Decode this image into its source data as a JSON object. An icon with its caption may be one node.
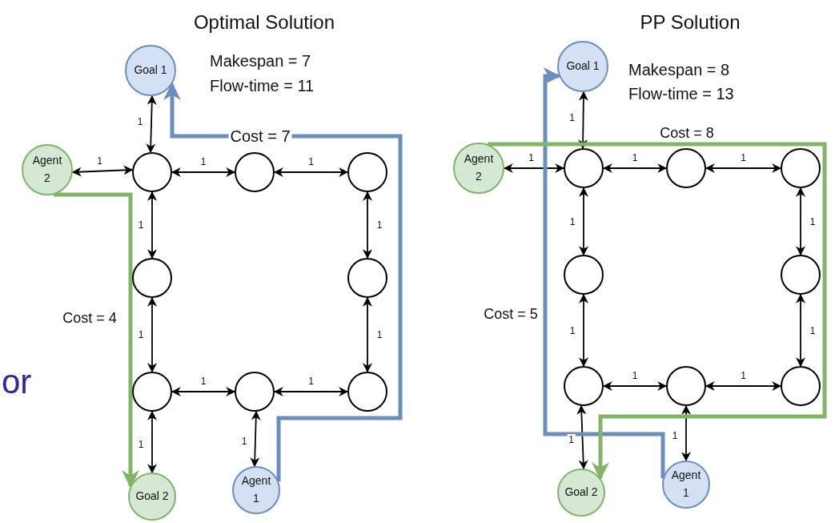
{
  "diagram": {
    "nodes": [
      {
        "text": [
          "Goal 1"
        ]
      },
      {
        "text": [
          "Agent 2"
        ]
      },
      {
        "text": [],
        "shape": "circle"
      },
      {
        "text": [],
        "shape": "circle"
      },
      {
        "text": [],
        "shape": "circle"
      },
      {
        "text": [],
        "shape": "circle"
      },
      {
        "text": [],
        "shape": "circle"
      },
      {
        "text": [],
        "shape": "circle"
      },
      {
        "text": [],
        "shape": "circle"
      },
      {
        "text": [],
        "shape": "circle"
      },
      {
        "text": [
          "Goal 2"
        ]
      },
      {
        "text": [
          "Agent 1"
        ]
      },
      {
        "text": [
          "Goal 1"
        ]
      },
      {
        "text": [
          "Agent 2"
        ]
      },
      {
        "text": [],
        "shape": "circle"
      },
      {
        "text": [],
        "shape": "circle"
      },
      {
        "text": [],
        "shape": "circle"
      },
      {
        "text": [],
        "shape": "circle"
      },
      {
        "text": [],
        "shape": "circle"
      },
      {
        "text": [],
        "shape": "circle"
      },
      {
        "text": [],
        "shape": "circle"
      },
      {
        "text": [],
        "shape": "circle"
      },
      {
        "text": [
          "Goal 2"
        ]
      },
      {
        "text": [
          "Agent 1"
        ]
      }
    ],
    "edges": [
      {
        "from": 0,
        "to": 2,
        "arrow": "both",
        "label": "1"
      },
      {
        "from": 1,
        "to": 2,
        "arrow": "both",
        "label": "1"
      },
      {
        "from": 2,
        "to": 3,
        "arrow": "both",
        "label": "1"
      },
      {
        "from": 3,
        "to": 4,
        "arrow": "both",
        "label": "1"
      },
      {
        "from": 2,
        "to": 5,
        "arrow": "both",
        "label": "1"
      },
      {
        "from": 4,
        "to": 6,
        "arrow": "both",
        "label": "1"
      },
      {
        "from": 5,
        "to": 7,
        "arrow": "both",
        "label": "1"
      },
      {
        "from": 6,
        "to": 9,
        "arrow": "both",
        "label": "1"
      },
      {
        "from": 7,
        "to": 8,
        "arrow": "both",
        "label": "1"
      },
      {
        "from": 8,
        "to": 9,
        "arrow": "both",
        "label": "1"
      },
      {
        "from": 7,
        "to": 10,
        "arrow": "both",
        "label": "1"
      },
      {
        "from": 8,
        "to": 11,
        "arrow": "both",
        "label": "1"
      },
      {
        "from": 11,
        "to": 0,
        "arrow": "to",
        "label": "Cost = 7",
        "style": "thick",
        "color": "#6c8ebf"
      },
      {
        "from": 1,
        "to": 10,
        "arrow": "to",
        "label": "Cost = 4",
        "style": "thick",
        "color": "#82b366"
      },
      {
        "from": 12,
        "to": 14,
        "arrow": "both",
        "label": "1"
      },
      {
        "from": 13,
        "to": 14,
        "arrow": "both",
        "label": "1"
      },
      {
        "from": 14,
        "to": 15,
        "arrow": "both",
        "label": "1"
      },
      {
        "from": 15,
        "to": 16,
        "arrow": "both",
        "label": "1"
      },
      {
        "from": 14,
        "to": 17,
        "arrow": "both",
        "label": "1"
      },
      {
        "from": 16,
        "to": 18,
        "arrow": "both",
        "label": "1"
      },
      {
        "from": 17,
        "to": 19,
        "arrow": "both",
        "label": "1"
      },
      {
        "from": 18,
        "to": 21,
        "arrow": "both",
        "label": "1"
      },
      {
        "from": 19,
        "to": 20,
        "arrow": "both",
        "label": "1"
      },
      {
        "from": 20,
        "to": 21,
        "arrow": "both",
        "label": "1"
      },
      {
        "from": 19,
        "to": 22,
        "arrow": "both",
        "label": "1"
      },
      {
        "from": 20,
        "to": 23,
        "arrow": "both",
        "label": "1"
      },
      {
        "from": 23,
        "to": 12,
        "arrow": "to",
        "label": "Cost = 5",
        "style": "thick",
        "color": "#6c8ebf"
      },
      {
        "from": 13,
        "to": 22,
        "arrow": "to",
        "label": "Cost = 8",
        "style": "thick",
        "color": "#82b366"
      }
    ],
    "labels": [
      "Optimal Solution",
      "PP Solution",
      "Makespan = 7",
      "Flow-time = 11",
      "Makespan = 8",
      "Flow-time = 13",
      "or"
    ]
  }
}
